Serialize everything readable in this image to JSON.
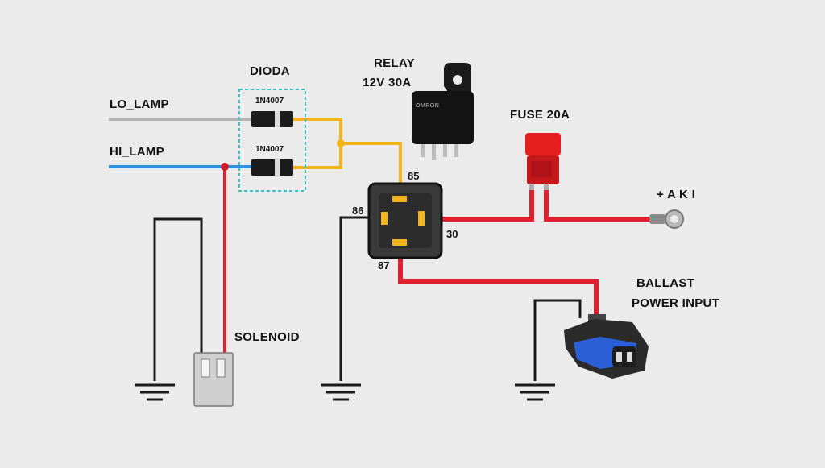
{
  "labels": {
    "dioda": "DIODA",
    "relay_line1": "RELAY",
    "relay_line2": "12V 30A",
    "fuse": "FUSE 20A",
    "lo_lamp": "LO_LAMP",
    "hi_lamp": "HI_LAMP",
    "diode1_part": "1N4007",
    "diode2_part": "1N4007",
    "pin_85": "85",
    "pin_86": "86",
    "pin_30": "30",
    "pin_87": "87",
    "aki": "+ A K I",
    "ballast_line1": "BALLAST",
    "ballast_line2": "POWER INPUT",
    "solenoid": "SOLENOID",
    "relay_brand": "OMRON"
  },
  "colors": {
    "background": "#ebebeb",
    "lo_wire": "#b4b4b4",
    "hi_wire": "#2f8fe0",
    "diode_out_wire": "#f2b31c",
    "power_wire": "#e0202f",
    "ground_wire": "#1a1a1a",
    "diode_box": "#3cc0c8",
    "relay_pin": "#f2b31c",
    "fuse": "#d61a1a",
    "connector_blue": "#2b5fd6"
  }
}
